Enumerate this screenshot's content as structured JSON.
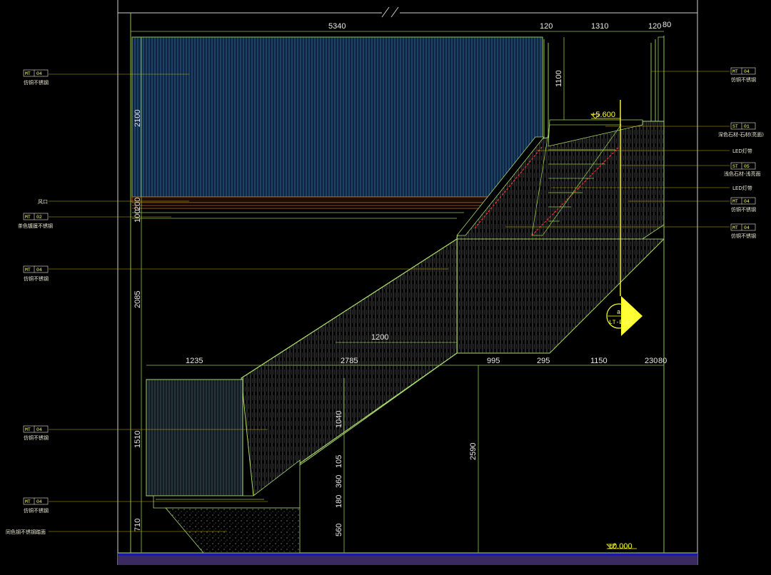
{
  "dimensions": {
    "top": [
      "5340",
      "120",
      "1310",
      "120",
      "80"
    ],
    "mid": [
      "1235",
      "2785",
      "995",
      "295",
      "1150",
      "230",
      "80"
    ],
    "tread": "1200",
    "left_vertical": [
      "2100",
      "100",
      "200",
      "2085",
      "1510",
      "710"
    ],
    "rail": "1100",
    "lower_vertical": [
      "1040",
      "105",
      "360",
      "180",
      "560"
    ],
    "center_vertical": "2590"
  },
  "levels": {
    "upper": "+5.600",
    "ground": "±0.000"
  },
  "section_marker": {
    "number": "a",
    "sheet": "LT-EL05"
  },
  "left_callouts": [
    {
      "code": "MT",
      "num": "04",
      "text": "仿铜不锈钢"
    },
    {
      "code": "",
      "num": "",
      "text": "风口"
    },
    {
      "code": "MT",
      "num": "02",
      "text": "茶色镀膜不锈钢"
    },
    {
      "code": "MT",
      "num": "04",
      "text": "仿铜不锈钢"
    },
    {
      "code": "MT",
      "num": "04",
      "text": "仿铜不锈钢"
    },
    {
      "code": "MT",
      "num": "04",
      "text": "仿铜不锈钢"
    },
    {
      "code": "",
      "num": "",
      "text": "同色钢不锈钢踏面"
    }
  ],
  "right_callouts": [
    {
      "code": "MT",
      "num": "04",
      "text": "仿铜不锈钢"
    },
    {
      "code": "ST",
      "num": "01",
      "text": "深色石材-石材(亮面)"
    },
    {
      "code": "",
      "num": "",
      "text": "LED灯带"
    },
    {
      "code": "ST",
      "num": "05",
      "text": "浅色石材-浅亮面"
    },
    {
      "code": "",
      "num": "",
      "text": "LED灯带"
    },
    {
      "code": "MT",
      "num": "04",
      "text": "仿铜不锈钢"
    },
    {
      "code": "MT",
      "num": "04",
      "text": "仿铜不锈钢"
    }
  ]
}
